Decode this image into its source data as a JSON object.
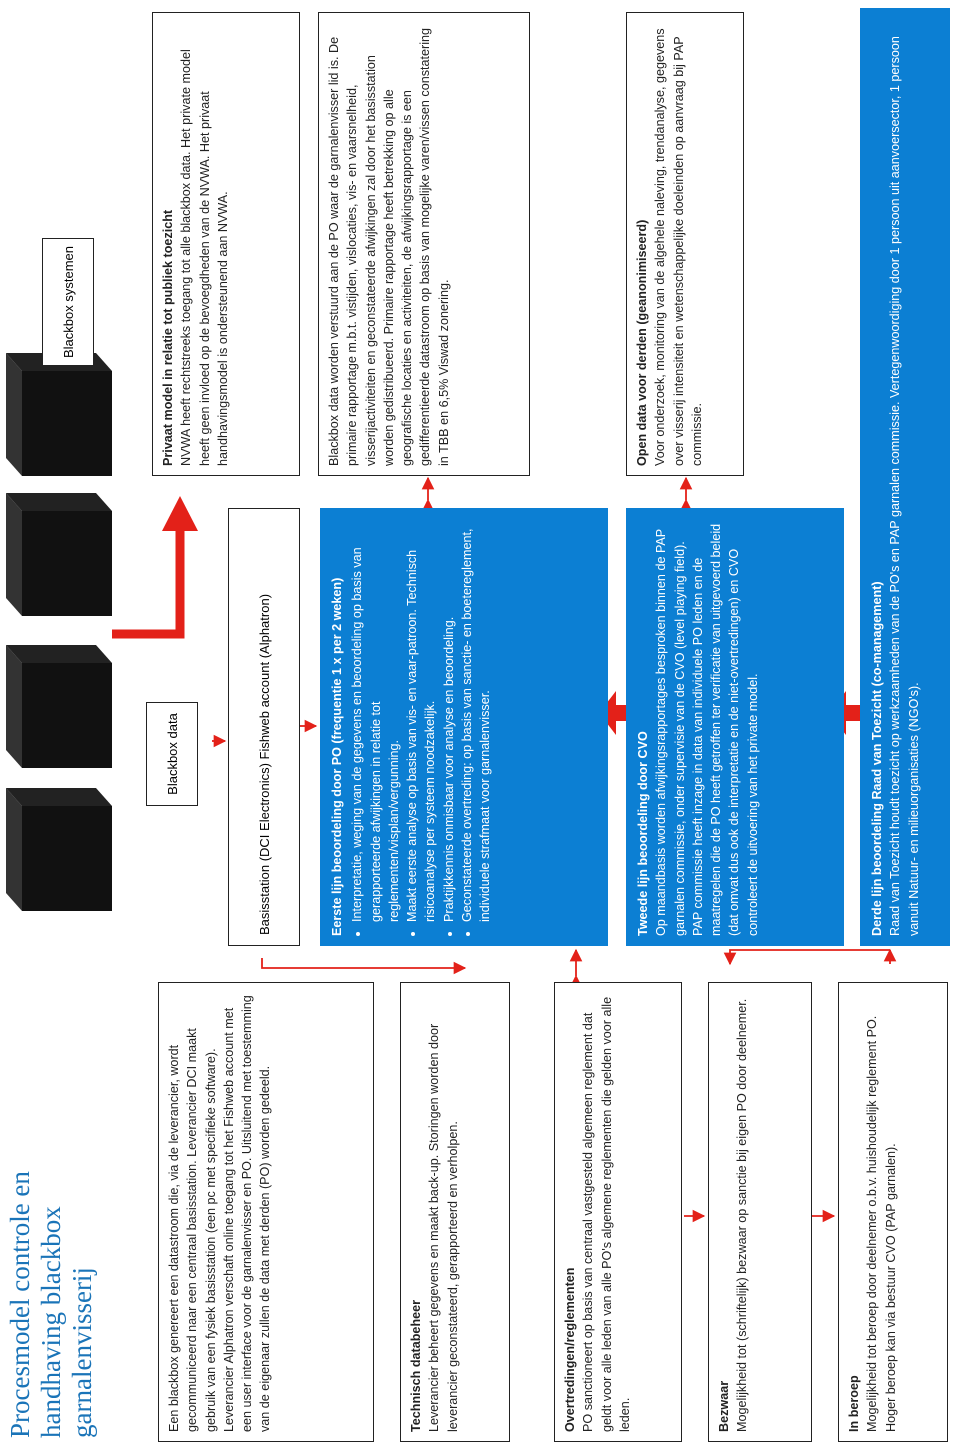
{
  "title": {
    "line1": "Procesmodel controle en",
    "line2": "handhaving blackbox garnalenvisserij"
  },
  "legend_box": "Blackbox systemen",
  "blackbox_data_label": "Blackbox data",
  "basisstation_label": "Basisstation (DCI Electronics) Fishweb account (Alphatron)",
  "left_boxes": {
    "intro": "Een blackbox genereert een datastroom die, via de leverancier, wordt gecommuniceerd naar een centraal basisstation. Leverancier DCI maakt gebruik van een fysiek basisstation (een pc met specifieke software). Leverancier Alphatron verschaft online toegang tot het Fishweb account met een user interface voor de garnalenvisser en PO. Uitsluitend met toestemming van de eigenaar zullen de data met derden (PO) worden gedeeld.",
    "databeheer_title": "Technisch databeheer",
    "databeheer_text": "Leverancier beheert gegevens en maakt back-up. Storingen worden door leverancier geconstateerd, gerapporteerd en verholpen.",
    "overtredingen_title": "Overtredingen/reglementen",
    "overtredingen_text": "PO sanctioneert op basis van centraal vastgesteld algemeen reglement dat geldt voor alle leden van alle PO's algemene reglementen die gelden voor alle leden.",
    "bezwaar_title": "Bezwaar",
    "bezwaar_text": "Mogelijkheid tot (schriftelijk) bezwaar op sanctie bij eigen PO door deelnemer.",
    "beroep_title": "In beroep",
    "beroep_text": "Mogelijkheid tot beroep door deelnemer o.b.v. huishoudelijk reglement PO. Hoger beroep kan via bestuur CVO (PAP garnalen)."
  },
  "blue_boxes": {
    "eerste_title": "Eerste lijn beoordeling door PO (frequentie 1 x per 2 weken)",
    "eerste_items": [
      "Interpretatie, weging van de gegevens en beoordeling op basis van gerapporteerde afwijkingen in relatie tot reglementen/visplan/vergunning.",
      "Maakt eerste analyse op basis van vis- en vaar-patroon. Technisch risicoanalyse per systeem noodzakelijk.",
      "Praktijkkennis onmisbaar voor analyse en beoordeling.",
      "Geconstateerde overtreding: op basis van sanctie- en boetereglement, individuele strafmaat voor garnalenvisser."
    ],
    "tweede_title": "Tweede lijn beoordeling door CVO",
    "tweede_text": "Op maandbasis worden afwijkingsrapportages besproken binnen de PAP garnalen commissie, onder supervisie van de CVO (level playing field). PAP commissie heeft inzage in data van individuele PO leden en de maatregelen die de PO heeft getroffen ter verificatie van uitgevoerd beleid (dat omvat dus ook de interpretatie en de niet-overtredingen) en CVO controleert de uitvoering van het private model.",
    "derde_title": "Derde lijn beoordeling Raad van Toezicht (co-management)",
    "derde_text": "Raad van Toezicht houdt toezicht op werkzaamheden van de PO's en PAP garnalen commissie. Vertegenwoordiging door 1 persoon uit aanvoersector, 1 persoon vanuit Natuur- en milieuorganisaties (NGO's)."
  },
  "right_boxes": {
    "privaat_title": "Privaat model in relatie tot publiek toezicht",
    "privaat_text": "NVWA heeft rechtstreeks toegang tot alle blackbox data. Het private model heeft geen invloed op de bevoegdheden van de NVWA. Het privaat handhavingsmodel is ondersteunend aan NVWA.",
    "blackbox_text": "Blackbox data worden verstuurd aan de PO waar de garnalenvisser lid is. De primaire rapportage m.b.t. vistijden, vislocaties, vis- en vaarsnelheid, visserijactiviteiten en geconstateerde afwijkingen zal door het basisstation worden gedistribueerd. Primaire rapportage heeft betrekking op alle geografische locaties en activiteiten, de afwijkingsrapportage is een gedifferentieerde datastroom op basis van mogelijke varen/vissen constatering in TBB en 6,5% Viswad zonering.",
    "open_title": "Open data voor derden (geanonimiseerd)",
    "open_text": "Voor onderzoek, monitoring van de algehele naleving, trendanalyse, gegevens over visserij intensiteit en wetenschappelijke doeleinden op aanvraag bij PAP commissie."
  },
  "colors": {
    "accent_blue": "#0c7fd3",
    "title_blue": "#1a74b8",
    "arrow_red": "#e32119",
    "cube": "#111111"
  }
}
